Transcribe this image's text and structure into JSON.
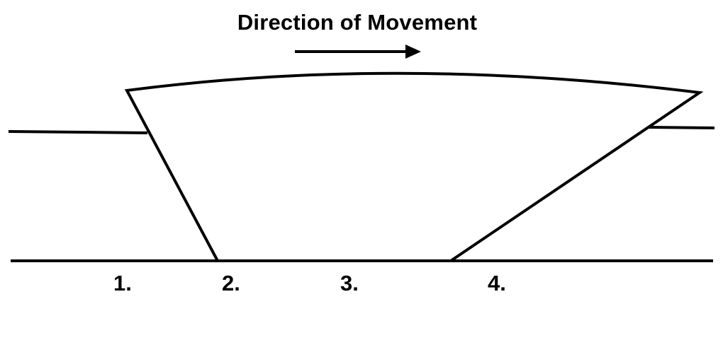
{
  "diagram": {
    "title": "Direction of Movement",
    "labels": [
      "1.",
      "2.",
      "3.",
      "4."
    ],
    "colors": {
      "line": "#000000",
      "background": "#ffffff"
    }
  }
}
